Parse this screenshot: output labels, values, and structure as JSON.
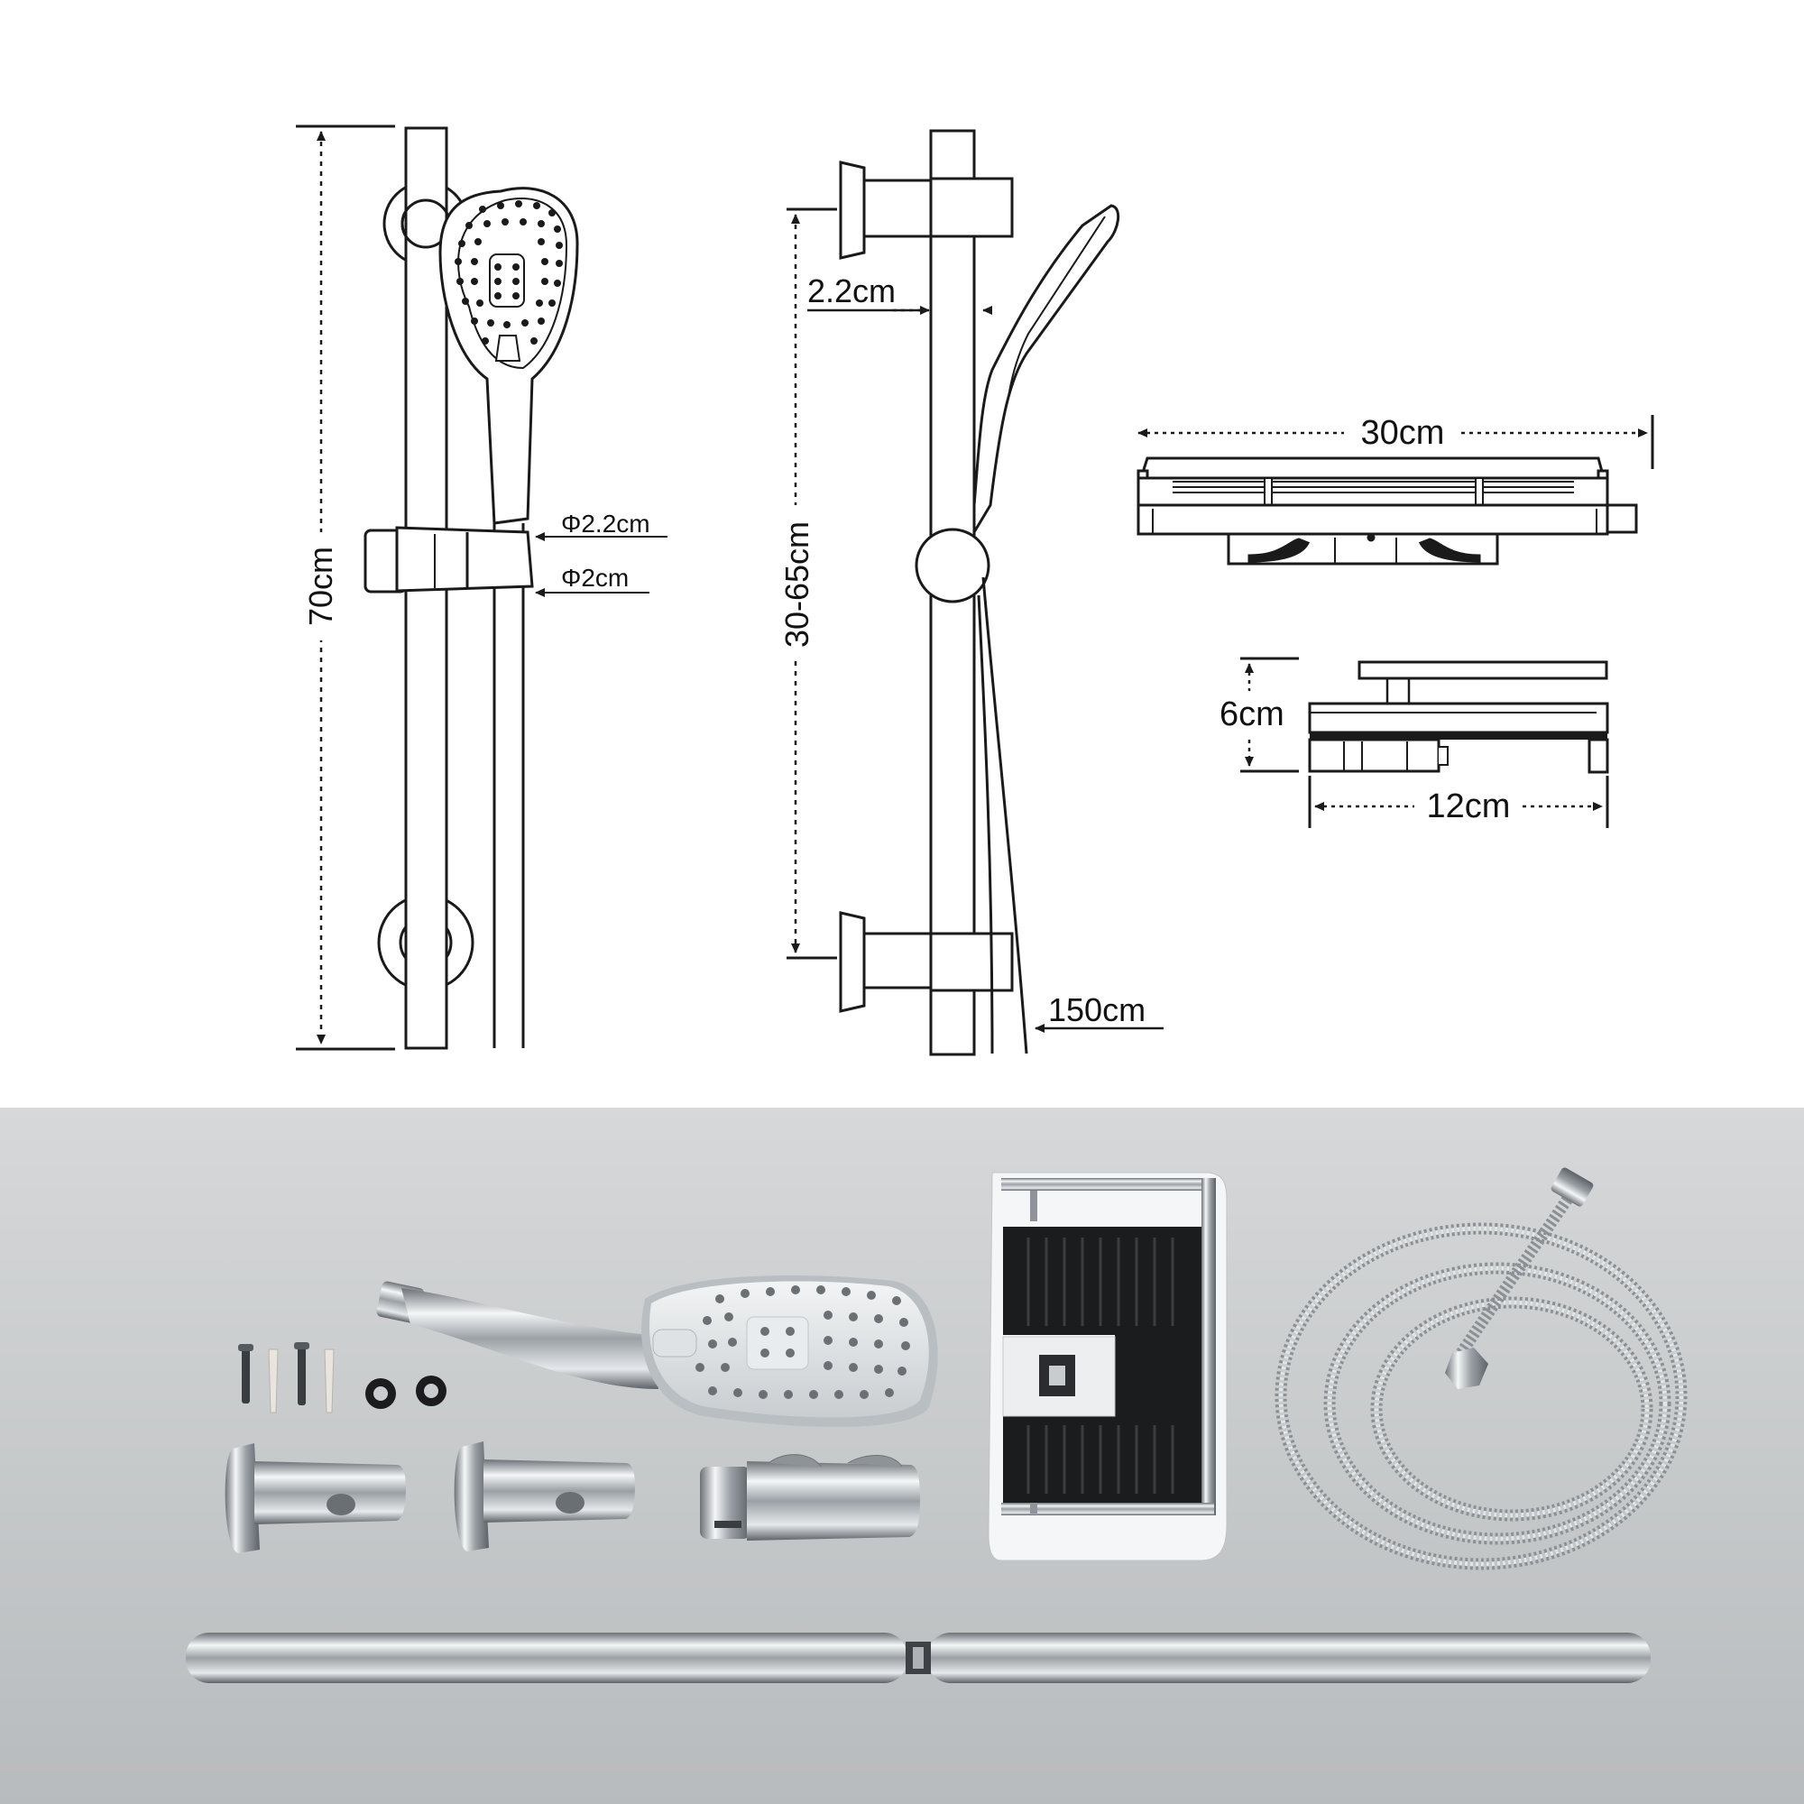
{
  "dimensions": {
    "rail_length": "70cm",
    "outer_diameter": "Φ2.2cm",
    "inner_diameter": "Φ2cm",
    "wall_offset": "2.2cm",
    "adjustable_height": "30-65cm",
    "hose_length": "150cm",
    "soap_dish_width": "30cm",
    "soap_dish_height": "6cm",
    "soap_dish_depth": "12cm"
  },
  "colors": {
    "line": "#1a1a1a",
    "photo_bg_top": "#d6d8d9",
    "photo_bg_bottom": "#b8bbbd",
    "chrome_light": "#f4f6f7",
    "chrome_dark": "#6d7278",
    "black_plastic": "#1b1c1e"
  },
  "components": [
    "screws-and-anchors",
    "rubber-washers",
    "hand-shower",
    "soap-dish",
    "shower-hose",
    "wall-bracket-left",
    "wall-bracket-right",
    "slider-holder",
    "slide-rail"
  ]
}
